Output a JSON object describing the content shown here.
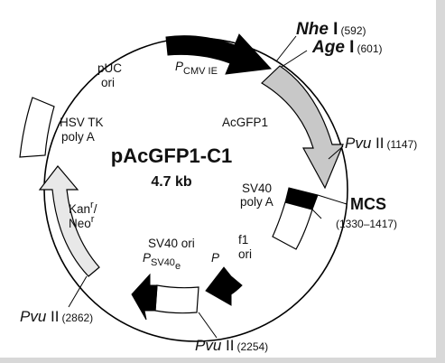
{
  "plasmid": {
    "name": "pAcGFP1-C1",
    "size": "4.7 kb"
  },
  "features": {
    "pcmv": {
      "main": "P",
      "sub": "CMV IE"
    },
    "acgfp1": "AcGFP1",
    "sv40_polya": {
      "line1": "SV40",
      "line2": "poly A"
    },
    "f1_ori": {
      "line1": "f1",
      "line2": "ori"
    },
    "p_promoter": "P",
    "sv40_ori": {
      "line1": "SV40 ori",
      "p": "P",
      "sub": "SV40",
      "subsub": "e"
    },
    "kan_neo": {
      "line1": "Kan",
      "sup1": "r",
      "slash": "/",
      "line2": "Neo",
      "sup2": "r"
    },
    "hsv_tk": {
      "line1": "HSV TK",
      "line2": "poly A"
    },
    "puc_ori": {
      "line1": "pUC",
      "line2": "ori"
    }
  },
  "sites": {
    "nhe": {
      "name": "Nhe",
      "roman": " I",
      "pos": "(592)"
    },
    "age": {
      "name": "Age",
      "roman": " I",
      "pos": "(601)"
    },
    "pvu1147": {
      "name": "Pvu",
      "roman": " II",
      "pos": "(1147)"
    },
    "mcs": {
      "name": "MCS",
      "pos": "(1330–1417)"
    },
    "pvu2254": {
      "name": "Pvu",
      "roman": " II",
      "pos": "(2254)"
    },
    "pvu2862": {
      "name": "Pvu",
      "roman": " II",
      "pos": "(2862)"
    }
  },
  "colors": {
    "black": "#000000",
    "gray_feature": "#c8c8c8",
    "light_gray_feature": "#e8e8e8",
    "white_feature": "#ffffff",
    "frame": "#d8d8d8"
  }
}
